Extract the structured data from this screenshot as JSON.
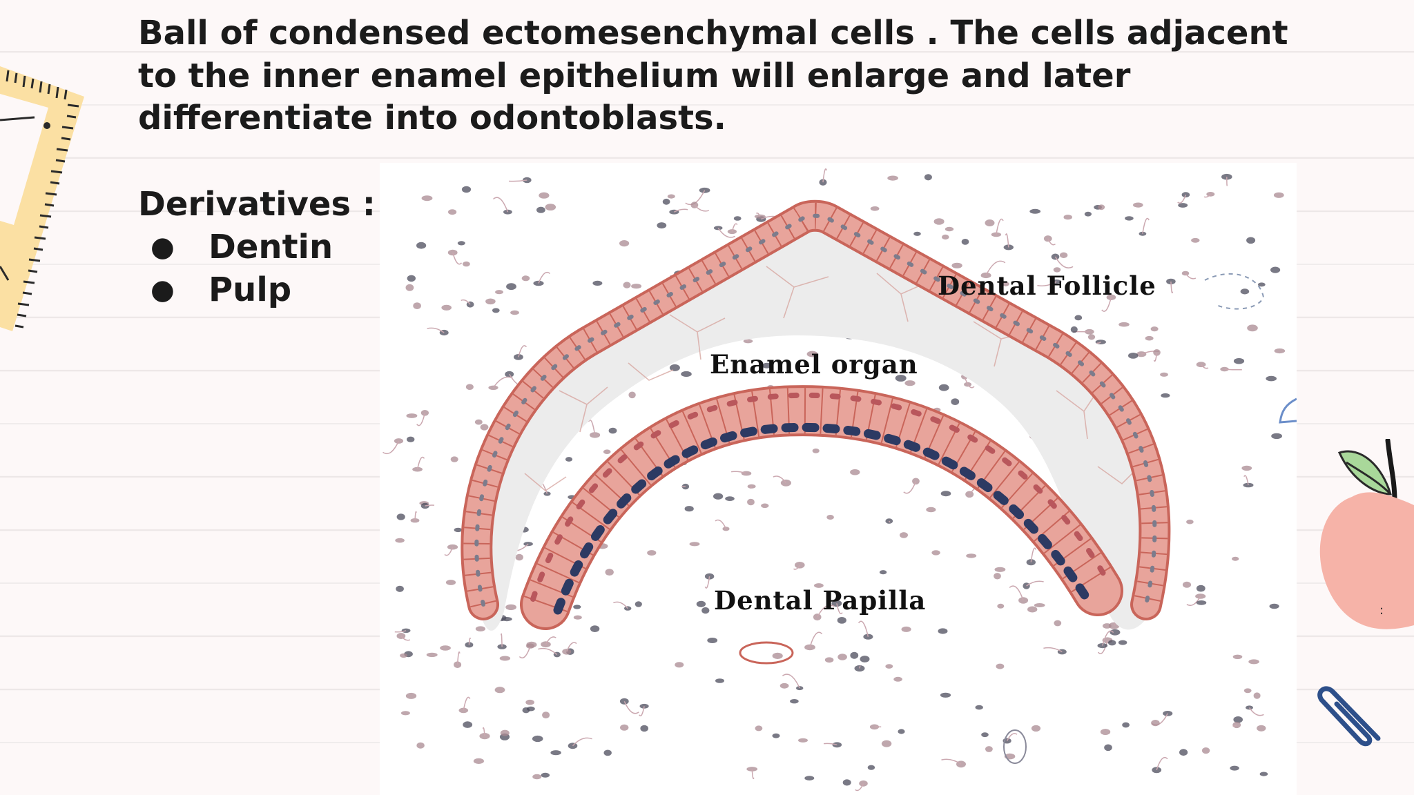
{
  "text": {
    "lines": [
      "Ball of condensed ectomesenchymal cells . The cells adjacent",
      "to the inner enamel epithelium will enlarge and later",
      "differentiate into odontoblasts."
    ],
    "derivatives_heading": "Derivatives :",
    "derivatives": [
      "Dentin",
      "Pulp"
    ]
  },
  "diagram": {
    "labels": {
      "dental_follicle": "Dental  Follicle",
      "enamel_organ": "Enamel  organ",
      "dental_papilla": "Dental  Papilla"
    },
    "colors": {
      "epithelium_fill": "#e8a49b",
      "epithelium_stroke": "#c9655a",
      "nucleus": "#2c3a63",
      "matrix": "#ececec"
    }
  },
  "decorations": {
    "ruler_icon": "ruler-icon",
    "apple_icon": "apple-icon",
    "paperclip_icon": "paperclip-icon"
  }
}
